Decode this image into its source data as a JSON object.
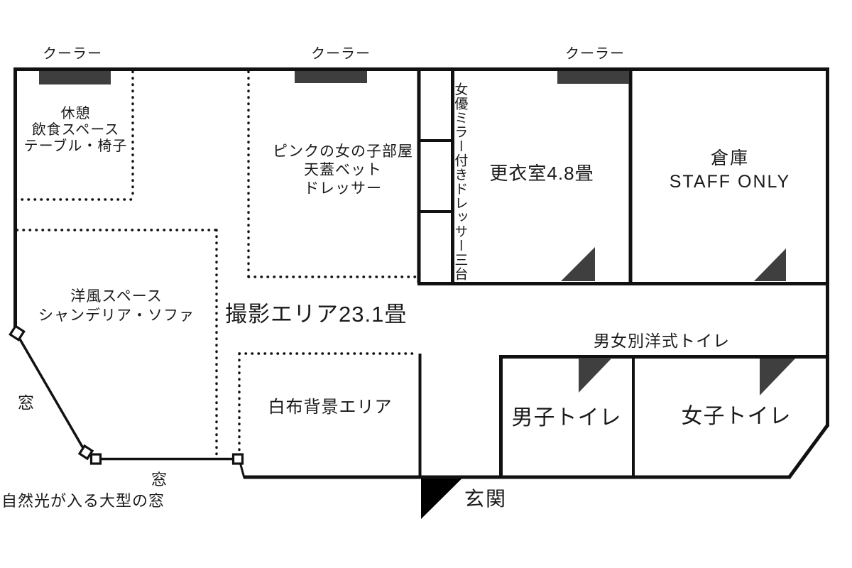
{
  "colors": {
    "wall": "#111111",
    "ac_unit": "#3e3e3e",
    "door_marker": "#3f3f3f",
    "entrance_marker": "#000000",
    "background": "#ffffff",
    "text": "#1a1a1a"
  },
  "coolers": {
    "top_left": "クーラー",
    "top_middle": "クーラー",
    "top_right": "クーラー"
  },
  "rooms": {
    "rest_area": {
      "label": "休憩\n飲食スペース\nテーブル・椅子"
    },
    "pink_room": {
      "label": "ピンクの女の子部屋\n天蓋ベット\nドレッサー"
    },
    "dresser_column": {
      "label": "女優ミラー付きドレッサー三台",
      "units": 3
    },
    "changing_room": {
      "label": "更衣室4.8畳"
    },
    "storage": {
      "label": "倉庫\nSTAFF ONLY"
    },
    "western_space": {
      "label": "洋風スペース\nシャンデリア・ソファ"
    },
    "shooting_area": {
      "label": "撮影エリア23.1畳"
    },
    "white_backdrop": {
      "label": "白布背景エリア"
    },
    "mens_toilet": {
      "label": "男子トイレ"
    },
    "womens_toilet": {
      "label": "女子トイレ"
    }
  },
  "annotations": {
    "toilets_heading": "男女別洋式トイレ",
    "window_left": "窓",
    "window_bottom": "窓",
    "window_note": "自然光が入る大型の窓",
    "entrance": "玄関"
  }
}
